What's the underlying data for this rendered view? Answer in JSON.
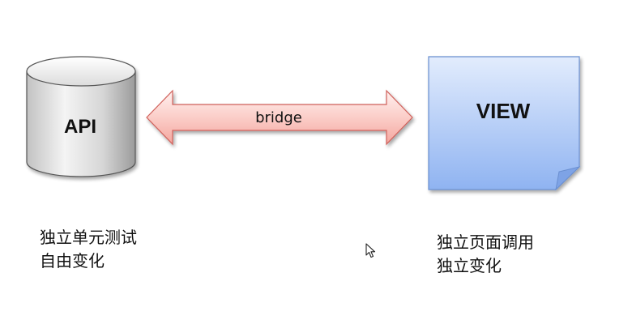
{
  "diagram": {
    "api": {
      "label": "API",
      "notes": [
        "独立单元测试",
        "自由变化"
      ]
    },
    "bridge": {
      "label": "bridge"
    },
    "view": {
      "label": "VIEW",
      "notes": [
        "独立页面调用",
        "独立变化"
      ]
    }
  },
  "colors": {
    "cylinder_light": "#f2f2f2",
    "cylinder_dark": "#9b9b9b",
    "cylinder_stroke": "#555555",
    "arrow_fill_light": "#fde3e1",
    "arrow_fill_dark": "#f5a9a2",
    "arrow_stroke": "#d0605a",
    "view_fill_top": "#dbe8fc",
    "view_fill_bottom": "#93b6f2",
    "view_stroke": "#6a8fd0",
    "view_fold": "#7ea3e6",
    "text": "#111111"
  },
  "icons": {
    "cursor": "mouse-pointer-icon"
  }
}
